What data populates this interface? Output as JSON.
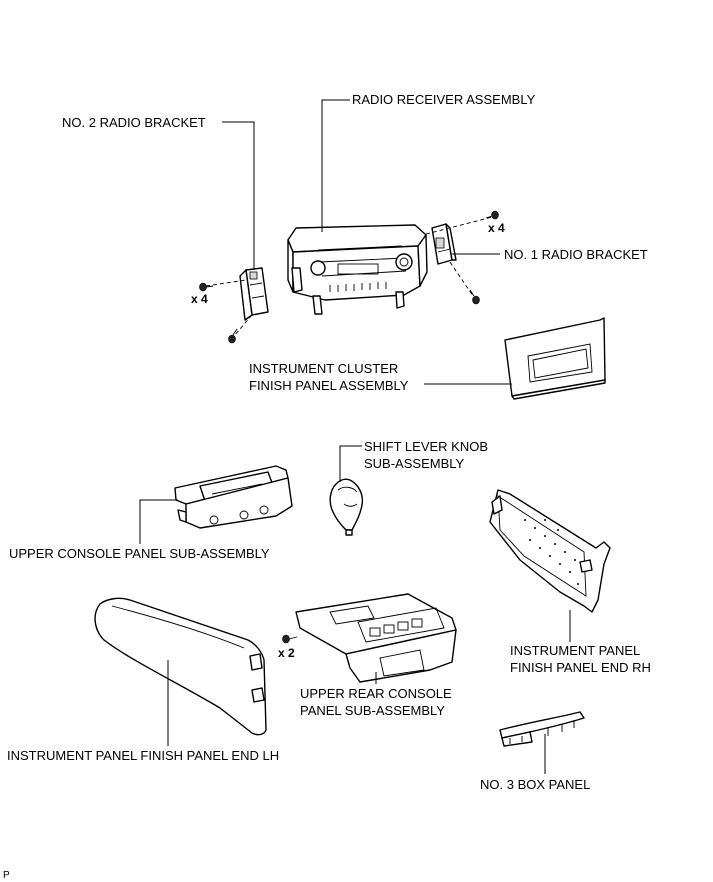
{
  "labels": {
    "radio_receiver": "RADIO RECEIVER ASSEMBLY",
    "no2_radio_bracket": "NO. 2 RADIO BRACKET",
    "no1_radio_bracket": "NO. 1 RADIO BRACKET",
    "instrument_cluster": "INSTRUMENT CLUSTER\nFINISH PANEL ASSEMBLY",
    "shift_lever_knob": "SHIFT LEVER KNOB\nSUB-ASSEMBLY",
    "upper_console_panel": "UPPER CONSOLE PANEL SUB-ASSEMBLY",
    "instrument_panel_end_rh": "INSTRUMENT PANEL\nFINISH PANEL END RH",
    "upper_rear_console": "UPPER REAR CONSOLE\nPANEL SUB-ASSEMBLY",
    "instrument_panel_end_lh": "INSTRUMENT PANEL FINISH PANEL END LH",
    "no3_box_panel": "NO. 3 BOX PANEL"
  },
  "quantities": {
    "left_screws": "x 4",
    "right_screws": "x 4",
    "console_clips": "x 2"
  },
  "footer_code": "P"
}
